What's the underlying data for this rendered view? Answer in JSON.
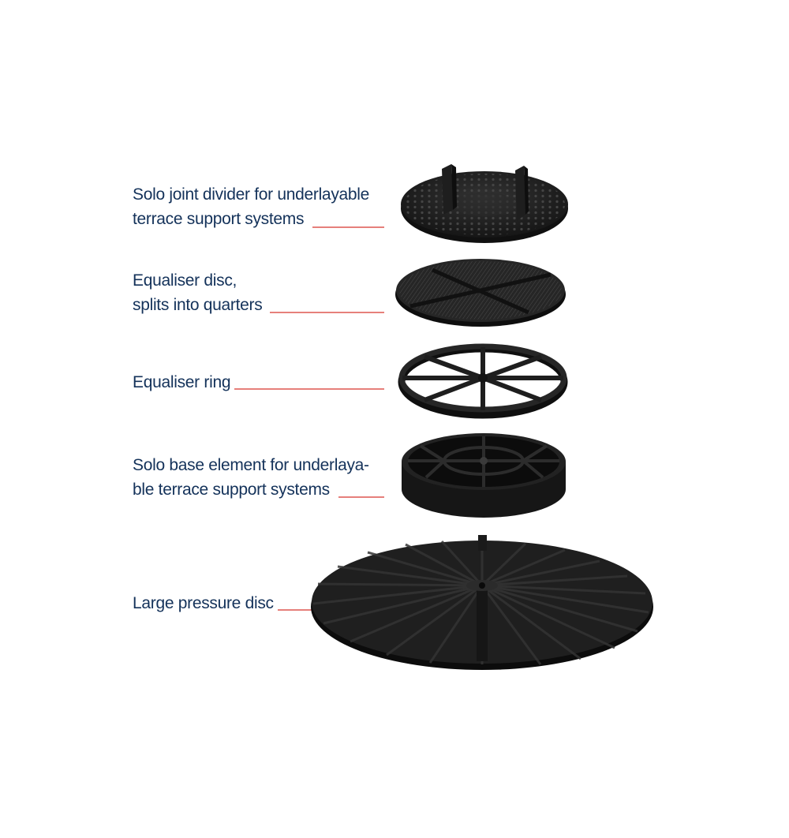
{
  "colors": {
    "label_text": "#14325a",
    "leader_line": "#d6342c",
    "part_dark": "#1b1b1b",
    "part_mid": "#2e2e2e",
    "part_edge": "#0d0d0d"
  },
  "components": [
    {
      "id": "joint-divider",
      "lines": [
        "Solo joint divider for underlayable",
        "terrace support systems"
      ]
    },
    {
      "id": "equaliser-disc",
      "lines": [
        "Equaliser disc,",
        "splits into quarters"
      ]
    },
    {
      "id": "equaliser-ring",
      "lines": [
        "Equaliser ring"
      ]
    },
    {
      "id": "base-element",
      "lines": [
        "Solo base element for underlaya-",
        "ble terrace support systems"
      ]
    },
    {
      "id": "pressure-disc",
      "lines": [
        "Large pressure disc"
      ]
    }
  ]
}
